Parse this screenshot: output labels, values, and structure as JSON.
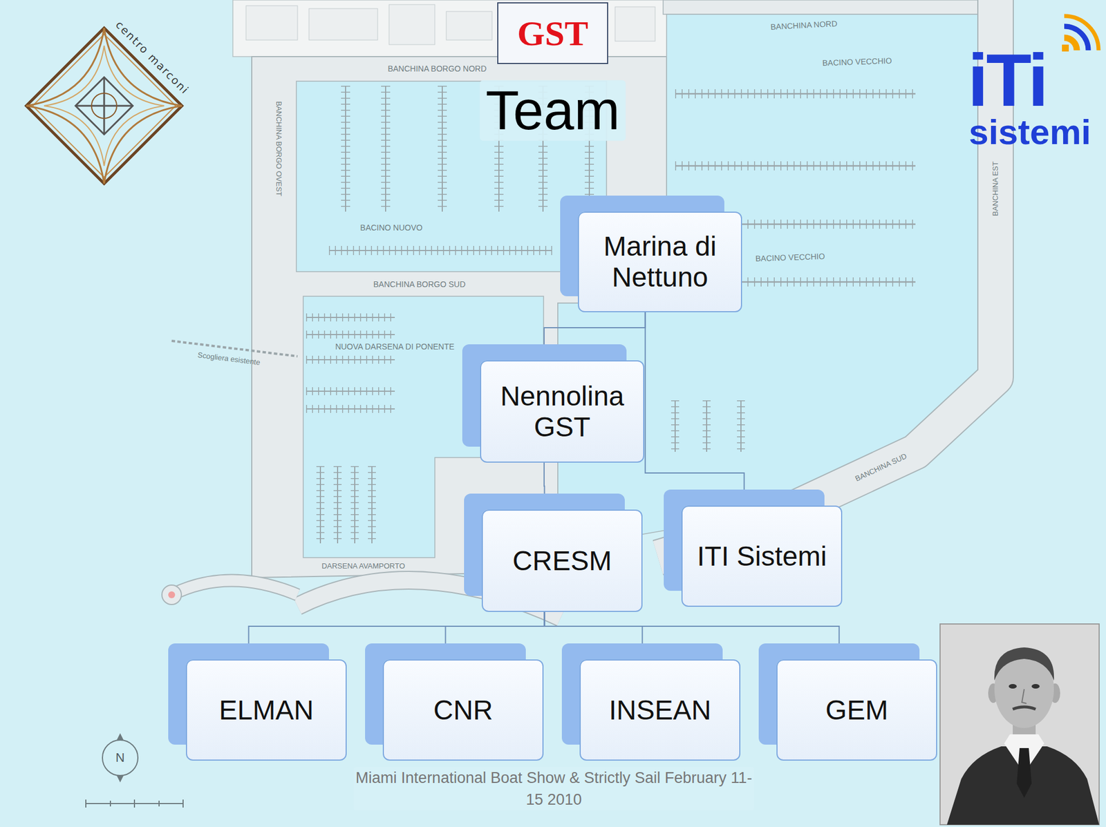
{
  "diagram": {
    "title": "Team",
    "caption": "Miami International Boat Show & Strictly Sail February 11-15 2010",
    "nodes": [
      {
        "text": [
          "GST"
        ]
      },
      {
        "text": [
          "Marina di Nettuno"
        ]
      },
      {
        "text": [
          "Nennolina GST"
        ]
      },
      {
        "text": [
          "CRESM"
        ]
      },
      {
        "text": [
          "ITI Sistemi"
        ]
      },
      {
        "text": [
          "ELMAN"
        ]
      },
      {
        "text": [
          "CNR"
        ]
      },
      {
        "text": [
          "INSEAN"
        ]
      },
      {
        "text": [
          "GEM"
        ]
      }
    ],
    "edges": [
      {
        "from": 1,
        "to": 2,
        "arrow": "none"
      },
      {
        "from": 1,
        "to": 4,
        "arrow": "none"
      },
      {
        "from": 2,
        "to": 3,
        "arrow": "none"
      },
      {
        "from": 3,
        "to": 5,
        "arrow": "none"
      },
      {
        "from": 3,
        "to": 6,
        "arrow": "none"
      },
      {
        "from": 3,
        "to": 7,
        "arrow": "none"
      },
      {
        "from": 3,
        "to": 8,
        "arrow": "none"
      }
    ],
    "labels": [
      "centro marconi",
      "iTi",
      "sistemi",
      "BANCHINA NORD",
      "BANCHINA BORGO NORD",
      "BACINO VECCHIO",
      "BANCHINA BORGO OVEST",
      "BACINO NUOVO",
      "BANCHINA BORGO SUD",
      "BACINO VECCHIO",
      "Scogliera esistente",
      "NUOVA DARSENA DI PONENTE",
      "BANCHINA EST",
      "BANCHINA SUD",
      "DARSENA AVAMPORTO",
      "N"
    ]
  }
}
